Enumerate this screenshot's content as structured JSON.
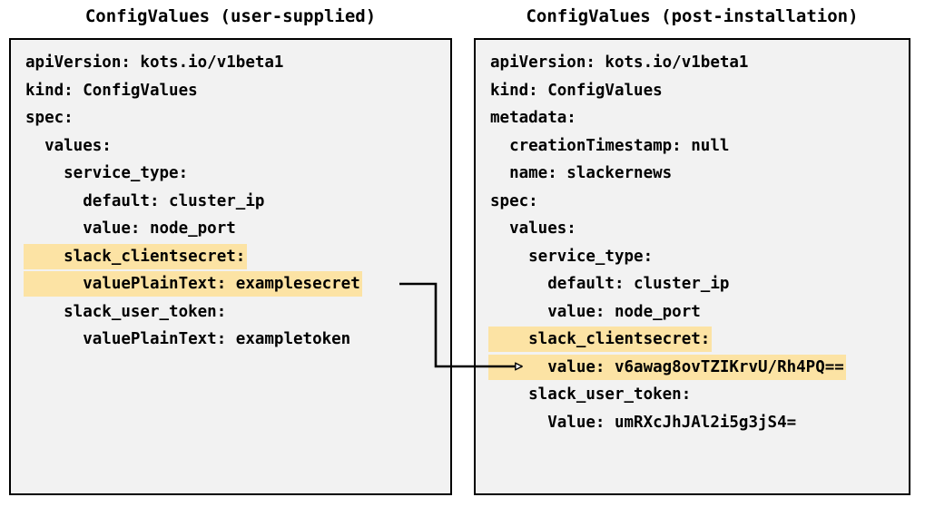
{
  "panels": {
    "left": {
      "title": "ConfigValues (user-supplied)",
      "lines": [
        {
          "indent": 0,
          "text": "apiVersion: kots.io/v1beta1",
          "highlight": false
        },
        {
          "indent": 0,
          "text": "kind: ConfigValues",
          "highlight": false
        },
        {
          "indent": 0,
          "text": "spec:",
          "highlight": false
        },
        {
          "indent": 1,
          "text": "values:",
          "highlight": false
        },
        {
          "indent": 2,
          "text": "service_type:",
          "highlight": false
        },
        {
          "indent": 3,
          "text": "default: cluster_ip",
          "highlight": false
        },
        {
          "indent": 3,
          "text": "value: node_port",
          "highlight": false
        },
        {
          "indent": 2,
          "text": "slack_clientsecret:",
          "highlight": true
        },
        {
          "indent": 3,
          "text": "valuePlainText: examplesecret",
          "highlight": true
        },
        {
          "indent": 2,
          "text": "slack_user_token:",
          "highlight": false
        },
        {
          "indent": 3,
          "text": "valuePlainText: exampletoken",
          "highlight": false
        }
      ]
    },
    "right": {
      "title": "ConfigValues (post-installation)",
      "lines": [
        {
          "indent": 0,
          "text": "apiVersion: kots.io/v1beta1",
          "highlight": false
        },
        {
          "indent": 0,
          "text": "kind: ConfigValues",
          "highlight": false
        },
        {
          "indent": 0,
          "text": "metadata:",
          "highlight": false
        },
        {
          "indent": 1,
          "text": "creationTimestamp: null",
          "highlight": false
        },
        {
          "indent": 1,
          "text": "name: slackernews",
          "highlight": false
        },
        {
          "indent": 0,
          "text": "spec:",
          "highlight": false
        },
        {
          "indent": 1,
          "text": "values:",
          "highlight": false
        },
        {
          "indent": 2,
          "text": "service_type:",
          "highlight": false
        },
        {
          "indent": 3,
          "text": "default: cluster_ip",
          "highlight": false
        },
        {
          "indent": 3,
          "text": "value: node_port",
          "highlight": false
        },
        {
          "indent": 2,
          "text": "slack_clientsecret:",
          "highlight": true
        },
        {
          "indent": 3,
          "text": "value: v6awag8ovTZIKrvU/Rh4PQ==",
          "highlight": true
        },
        {
          "indent": 2,
          "text": "slack_user_token:",
          "highlight": false
        },
        {
          "indent": 3,
          "text": "Value: umRXcJhJAl2i5g3jS4=",
          "highlight": false
        }
      ]
    }
  },
  "connector": {
    "description": "arrow from user-supplied valuePlainText examplesecret to post-installation encrypted value",
    "from_line": "valuePlainText: examplesecret",
    "to_line": "value: v6awag8ovTZIKrvU/Rh4PQ=="
  },
  "colors": {
    "highlight": "#fce3a4",
    "box_background": "#f2f2f2",
    "box_border": "#000000",
    "text": "#000000",
    "page_background": "#ffffff"
  }
}
